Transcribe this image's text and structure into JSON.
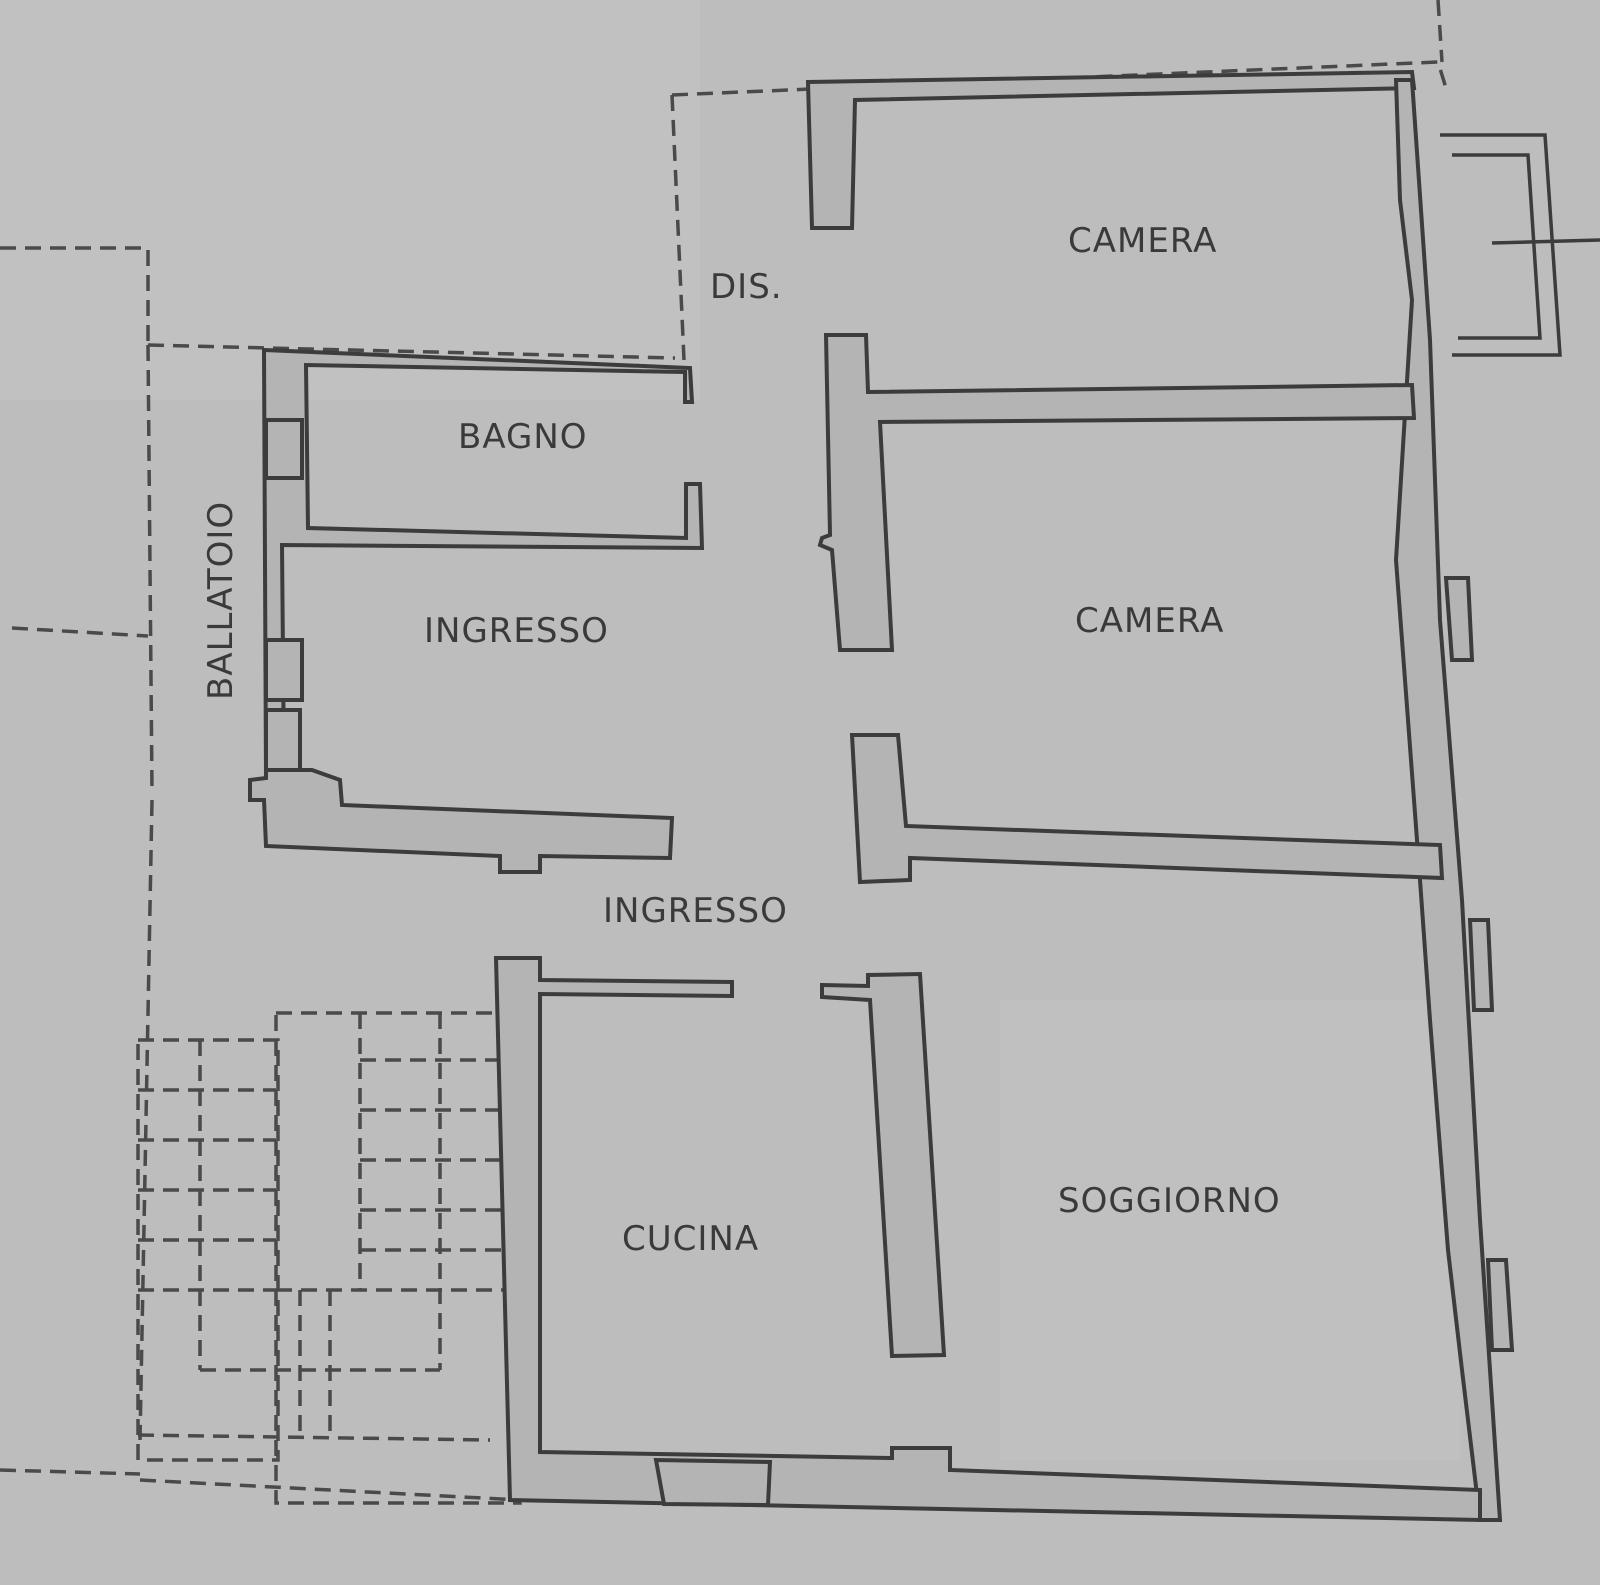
{
  "plan": {
    "colors": {
      "paper": "#bdbdbd",
      "wall_fill": "#b4b4b4",
      "ink": "#3c3c3c"
    },
    "rooms": {
      "camera_top": "CAMERA",
      "dis": "DIS.",
      "bagno": "BAGNO",
      "ingresso_small": "INGRESSO",
      "camera_middle": "CAMERA",
      "ballatoio": "BALLATOIO",
      "ingresso_main": "INGRESSO",
      "cucina": "CUCINA",
      "soggiorno": "SOGGIORNO"
    }
  }
}
